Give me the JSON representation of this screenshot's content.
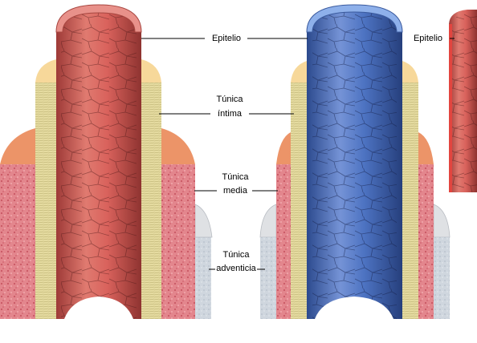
{
  "labels": {
    "epitelio": "Epitelio",
    "epitelio_vein": "Epitelio",
    "intima_1": "Túnica",
    "intima_2": "íntima",
    "media_1": "Túnica",
    "media_2": "media",
    "adventicia_1": "Túnica",
    "adventicia_2": "adventicia"
  },
  "colors": {
    "artery_lumen": "#d9625c",
    "vein_lumen": "#4d73c2",
    "artery_epithelium": "#e2453f",
    "vein_epithelium": "#7ea8e6",
    "intima": "#e7dc9c",
    "intima_cap": "#f7d89a",
    "media": "#e07a84",
    "media_cap": "#ec9468",
    "adventicia": "#c9d2dc",
    "adventicia_cap": "#dfe1e4"
  }
}
